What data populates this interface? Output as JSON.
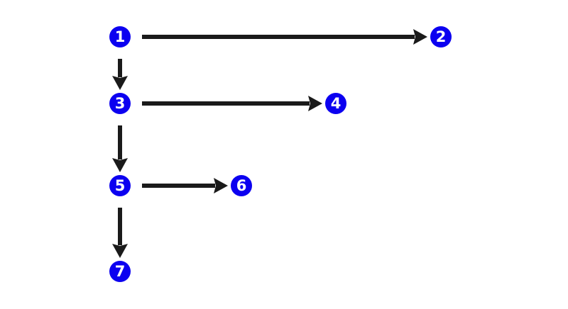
{
  "colors": {
    "node_fill": "#0c00f0",
    "node_text": "#ffffff",
    "arrow": "#1a1a1a",
    "background": "#ffffff"
  },
  "nodes": [
    {
      "id": "1",
      "label": "1"
    },
    {
      "id": "2",
      "label": "2"
    },
    {
      "id": "3",
      "label": "3"
    },
    {
      "id": "4",
      "label": "4"
    },
    {
      "id": "5",
      "label": "5"
    },
    {
      "id": "6",
      "label": "6"
    },
    {
      "id": "7",
      "label": "7"
    }
  ],
  "edges": [
    {
      "from": "1",
      "to": "2"
    },
    {
      "from": "1",
      "to": "3"
    },
    {
      "from": "3",
      "to": "4"
    },
    {
      "from": "3",
      "to": "5"
    },
    {
      "from": "5",
      "to": "6"
    },
    {
      "from": "5",
      "to": "7"
    }
  ]
}
